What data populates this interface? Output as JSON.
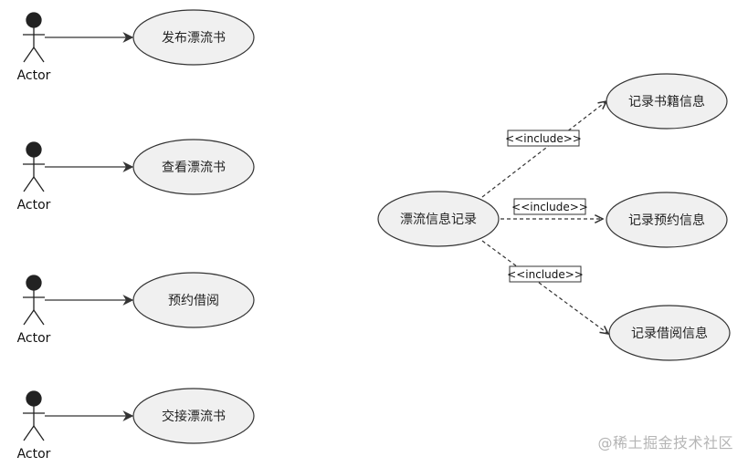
{
  "actors": [
    {
      "label": "Actor",
      "use_case": "发布漂流书"
    },
    {
      "label": "Actor",
      "use_case": "查看漂流书"
    },
    {
      "label": "Actor",
      "use_case": "预约借阅"
    },
    {
      "label": "Actor",
      "use_case": "交接漂流书"
    }
  ],
  "main_use_case": "漂流信息记录",
  "included": [
    {
      "label": "记录书籍信息",
      "relation": "<<include>>"
    },
    {
      "label": "记录预约信息",
      "relation": "<<include>>"
    },
    {
      "label": "记录借阅信息",
      "relation": "<<include>>"
    }
  ],
  "watermark": "@稀土掘金技术社区",
  "colors": {
    "ellipse_fill": "#f0f0f0",
    "stroke": "#333333",
    "actor_head": "#222222"
  }
}
